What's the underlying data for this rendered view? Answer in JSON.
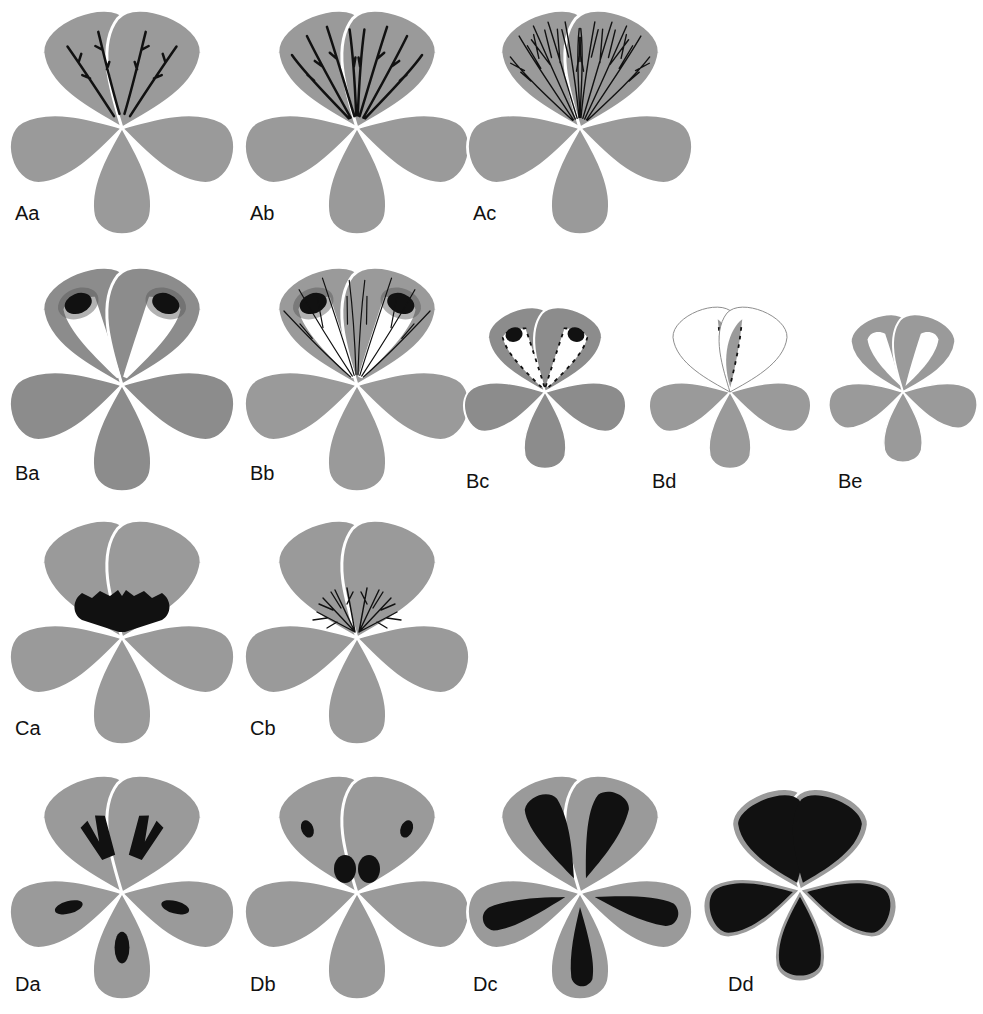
{
  "diagram": {
    "labels": [
      "Aa",
      "Ab",
      "Ac",
      "Ba",
      "Bb",
      "Bc",
      "Bd",
      "Be",
      "Ca",
      "Cb",
      "Da",
      "Db",
      "Dc",
      "Dd"
    ]
  }
}
